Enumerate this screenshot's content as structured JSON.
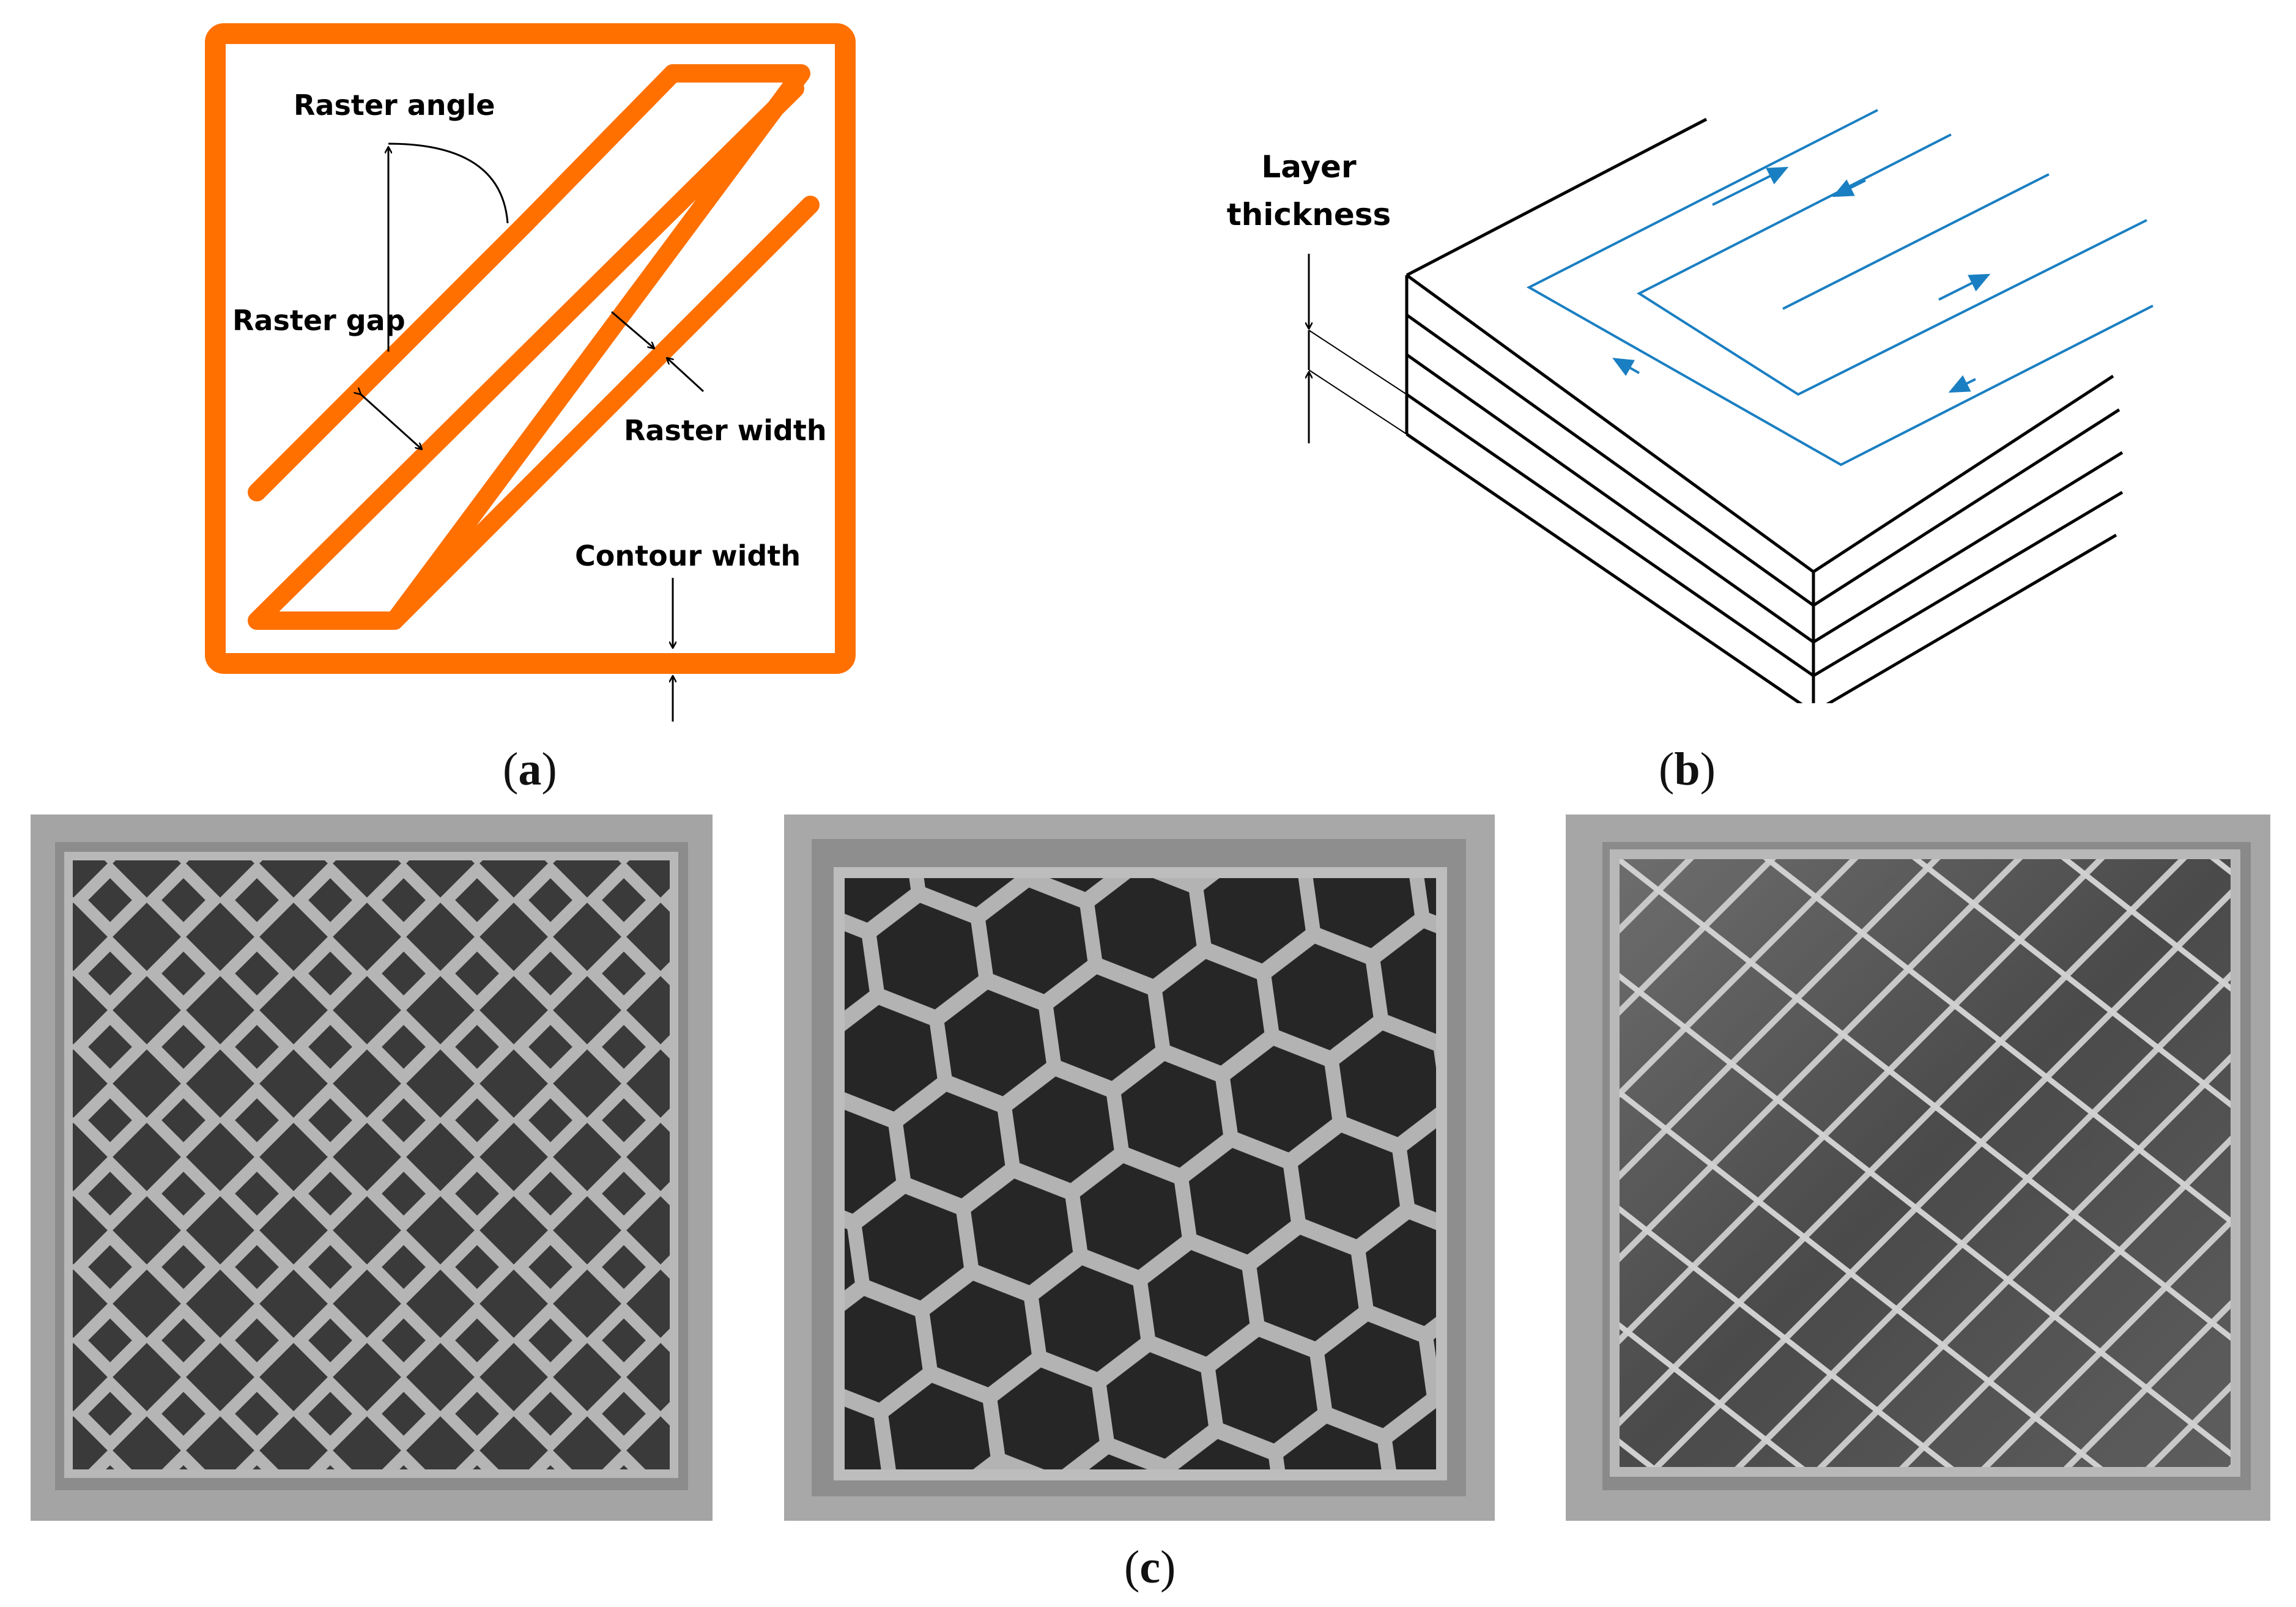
{
  "panel_a": {
    "caption": "a",
    "labels": {
      "raster_angle": "Raster angle",
      "raster_gap": "Raster gap",
      "raster_width": "Raster width",
      "contour_width": "Contour width"
    },
    "accent_color": "#ff7000"
  },
  "panel_b": {
    "caption": "b",
    "labels": {
      "layer_line1": "Layer",
      "layer_line2": "thickness"
    },
    "path_color": "#1a7fc2"
  },
  "panel_c": {
    "caption": "c",
    "photos": [
      {
        "pattern": "diamond-lattice"
      },
      {
        "pattern": "honeycomb"
      },
      {
        "pattern": "diagonal-crossed"
      }
    ]
  }
}
